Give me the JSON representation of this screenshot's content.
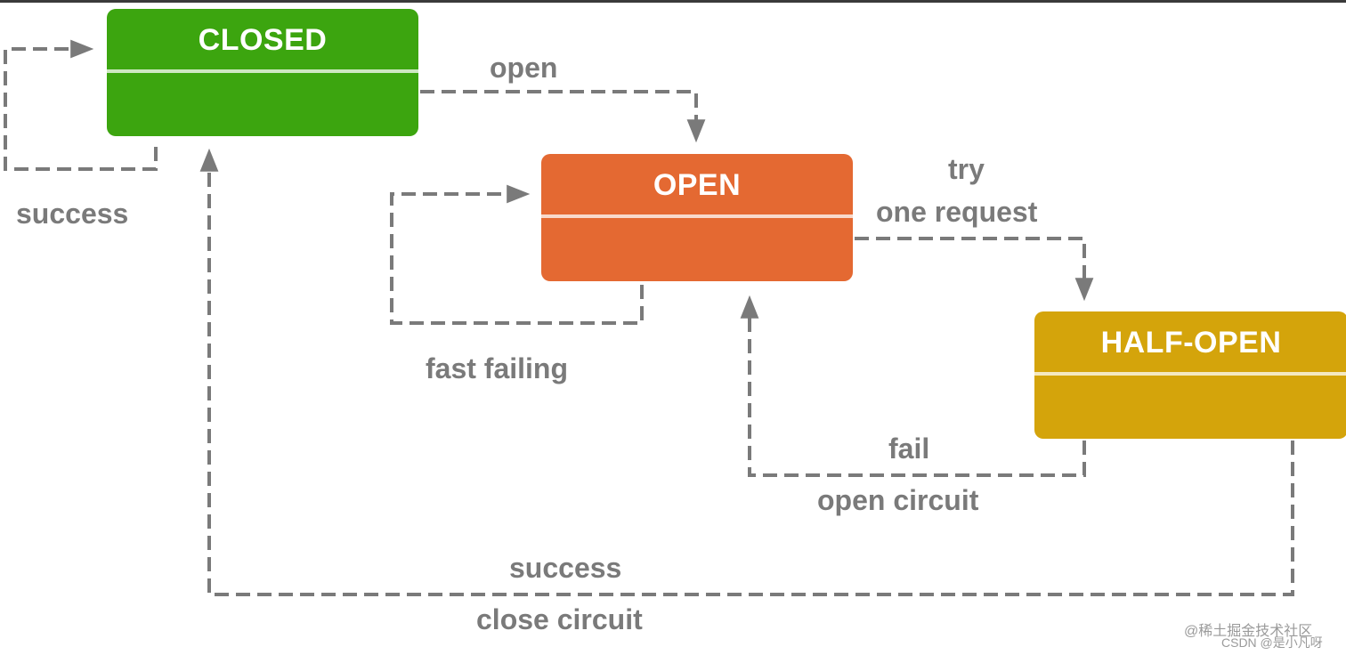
{
  "states": {
    "closed": {
      "label": "CLOSED",
      "color": "#3ca50f"
    },
    "open": {
      "label": "OPEN",
      "color": "#e46932"
    },
    "half_open": {
      "label": "HALF-OPEN",
      "color": "#d4a40b"
    }
  },
  "transitions": {
    "closed_success": "success",
    "closed_to_open": "open",
    "open_fast_failing": "fast failing",
    "open_to_half_try": "try",
    "open_to_half_request": "one request",
    "half_to_open_fail": "fail",
    "half_to_open_circuit": "open circuit",
    "half_to_closed_success": "success",
    "half_to_closed_circuit": "close circuit"
  },
  "watermark": {
    "line1": "@稀土掘金技术社区",
    "line2": "CSDN @是小凡呀"
  }
}
